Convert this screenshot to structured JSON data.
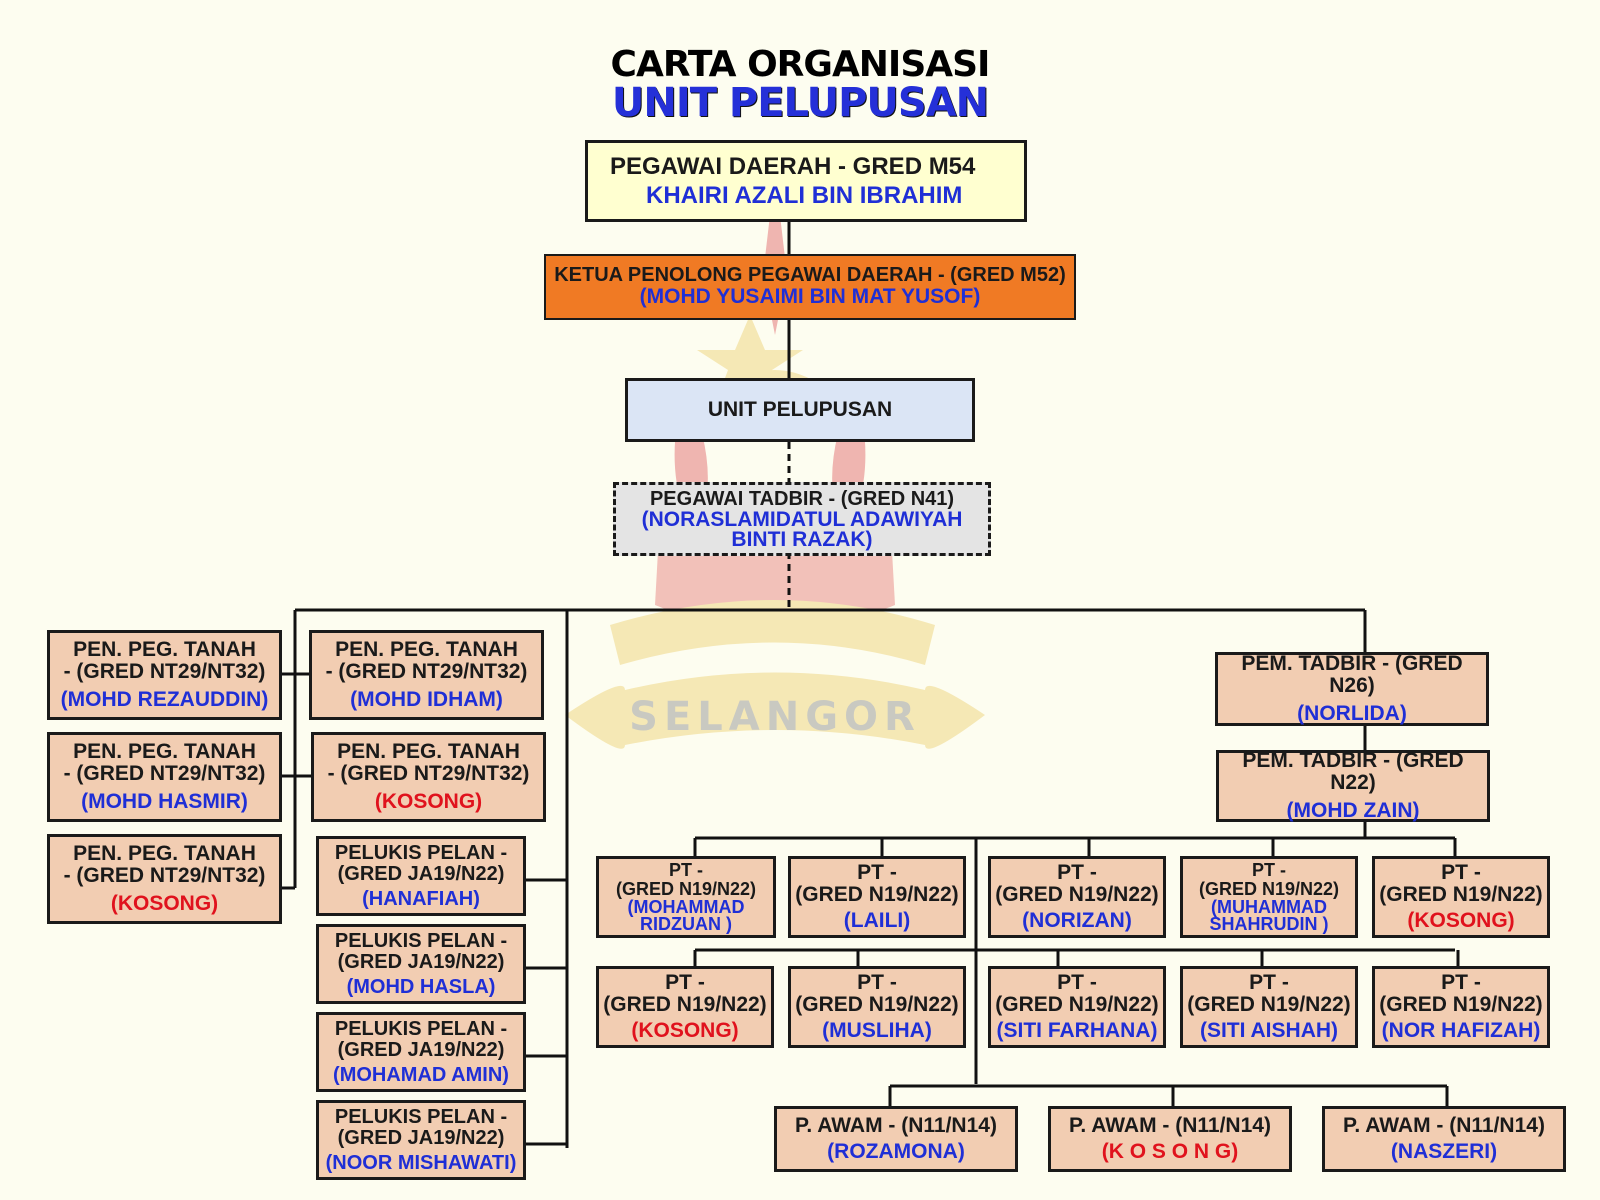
{
  "title": {
    "line1": "CARTA ORGANISASI",
    "line2": "UNIT PELUPUSAN"
  },
  "watermark": {
    "text": "SELANGOR",
    "colors": {
      "red": "#d8323a",
      "gold": "#e7c24a"
    }
  },
  "colors": {
    "name": "#1f2fd6",
    "vacant": "#e0121d",
    "box": "#f2cdb2",
    "top": "#ffffd0",
    "kpd": "#f07a24",
    "unit": "#dbe5f5",
    "officer": "#e4e4e4"
  },
  "top": {
    "head": {
      "role": "PEGAWAI DAERAH - GRED M54",
      "name": "KHAIRI AZALI BIN IBRAHIM"
    },
    "deputy": {
      "role": "KETUA PENOLONG PEGAWAI DAERAH - (GRED M52)",
      "name": "(MOHD YUSAIMI BIN MAT YUSOF)"
    },
    "unit": {
      "label": "UNIT PELUPUSAN"
    },
    "officer": {
      "role": "PEGAWAI TADBIR - (GRED N41)",
      "name": "(NORASLAMIDATUL ADAWIYAH\nBINTI RAZAK)"
    }
  },
  "left_col1": [
    {
      "role": "PEN. PEG. TANAH\n- (GRED NT29/NT32)",
      "name": "(MOHD REZAUDDIN)"
    },
    {
      "role": "PEN. PEG. TANAH\n- (GRED NT29/NT32)",
      "name": "(MOHD HASMIR)"
    },
    {
      "role": "PEN. PEG. TANAH\n- (GRED NT29/NT32)",
      "name": "(KOSONG)",
      "vacant": true
    }
  ],
  "left_col2": [
    {
      "role": "PEN. PEG. TANAH\n- (GRED NT29/NT32)",
      "name": "(MOHD IDHAM)"
    },
    {
      "role": "PEN. PEG. TANAH\n- (GRED NT29/NT32)",
      "name": "(KOSONG)",
      "vacant": true
    }
  ],
  "pelukis": [
    {
      "role": "PELUKIS PELAN -\n(GRED JA19/N22)",
      "name": "(HANAFIAH)"
    },
    {
      "role": "PELUKIS PELAN -\n(GRED JA19/N22)",
      "name": "(MOHD HASLA)"
    },
    {
      "role": "PELUKIS PELAN -\n(GRED JA19/N22)",
      "name": "(MOHAMAD AMIN)"
    },
    {
      "role": "PELUKIS PELAN -\n(GRED JA19/N22)",
      "name": "(NOOR MISHAWATI)"
    }
  ],
  "pem_tadbir": [
    {
      "role": "PEM. TADBIR - (GRED N26)",
      "name": "(NORLIDA)"
    },
    {
      "role": "PEM. TADBIR - (GRED N22)",
      "name": "(MOHD ZAIN)"
    }
  ],
  "pt_row1": [
    {
      "role": "PT -\n(GRED N19/N22)",
      "name": "(MOHAMMAD\nRIDZUAN )",
      "small": true
    },
    {
      "role": "PT -\n(GRED N19/N22)",
      "name": "(LAILI)"
    },
    {
      "role": "PT -\n(GRED N19/N22)",
      "name": "(NORIZAN)"
    },
    {
      "role": "PT -\n(GRED N19/N22)",
      "name": "(MUHAMMAD\nSHAHRUDIN )",
      "small": true
    },
    {
      "role": "PT -\n(GRED N19/N22)",
      "name": "(KOSONG)",
      "vacant": true
    }
  ],
  "pt_row2": [
    {
      "role": "PT -\n(GRED N19/N22)",
      "name": "(KOSONG)",
      "vacant": true
    },
    {
      "role": "PT -\n(GRED N19/N22)",
      "name": "(MUSLIHA)"
    },
    {
      "role": "PT -\n(GRED N19/N22)",
      "name": "(SITI FARHANA)"
    },
    {
      "role": "PT -\n(GRED N19/N22)",
      "name": "(SITI AISHAH)"
    },
    {
      "role": "PT -\n(GRED N19/N22)",
      "name": "(NOR HAFIZAH)"
    }
  ],
  "awam": [
    {
      "role": "P. AWAM - (N11/N14)",
      "name": "(ROZAMONA)"
    },
    {
      "role": "P. AWAM - (N11/N14)",
      "name": "(K O S O N G)",
      "vacant": true
    },
    {
      "role": "P. AWAM - (N11/N14)",
      "name": "(NASZERI)"
    }
  ]
}
